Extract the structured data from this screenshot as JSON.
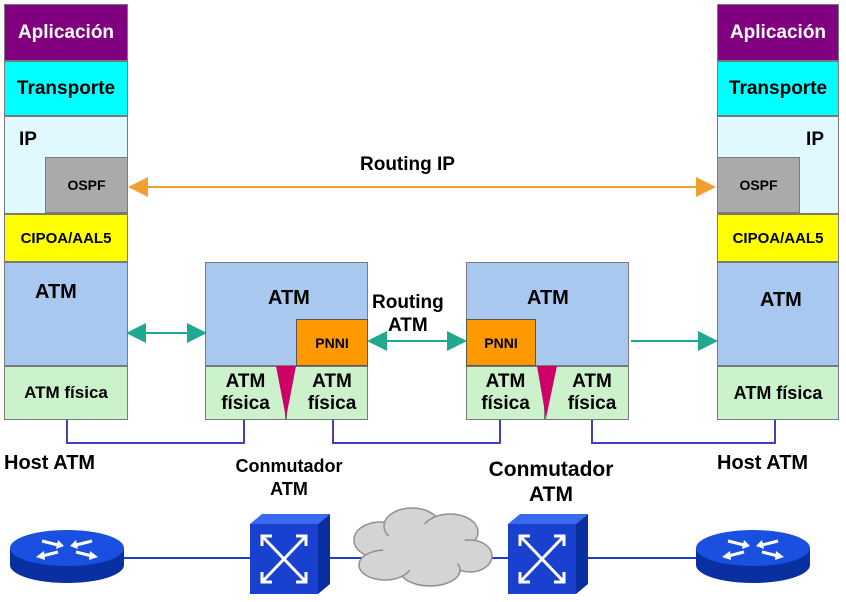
{
  "host_left": {
    "app": "Aplicación",
    "transport": "Transporte",
    "ip": "IP",
    "ospf": "OSPF",
    "cipoa": "CIPOA/AAL5",
    "atm": "ATM",
    "physical": "ATM física",
    "caption": "Host ATM"
  },
  "host_right": {
    "app": "Aplicación",
    "transport": "Transporte",
    "ip": "IP",
    "ospf": "OSPF",
    "cipoa": "CIPOA/AAL5",
    "atm": "ATM",
    "physical": "ATM física",
    "caption": "Host ATM"
  },
  "switch_left": {
    "atm": "ATM",
    "pnni": "PNNI",
    "phys_a": [
      "ATM",
      "física"
    ],
    "phys_b": [
      "ATM",
      "física"
    ],
    "caption": [
      "Conmutador",
      "ATM"
    ]
  },
  "switch_right": {
    "atm": "ATM",
    "pnni": "PNNI",
    "phys_a": [
      "ATM",
      "física"
    ],
    "phys_b": [
      "ATM",
      "física"
    ],
    "caption": [
      "Conmutador",
      "ATM"
    ]
  },
  "labels": {
    "routing_ip": "Routing IP",
    "routing_atm": [
      "Routing",
      "ATM"
    ]
  },
  "colors": {
    "application": "#800080",
    "transport": "#00ffff",
    "ip": "#e0f8ff",
    "ospf": "#aaaaaa",
    "cipoa": "#ffff00",
    "atm": "#a8c8f0",
    "physical": "#ccf2cc",
    "pnni": "#ff9900",
    "routing_ip_arrow": "#f0a030",
    "routing_atm_arrow": "#20a890",
    "link": "#4040c0",
    "device": "#1a3fcc"
  },
  "icons": [
    "router-icon",
    "atm-switch-icon",
    "cloud-icon",
    "atm-switch-icon",
    "router-icon"
  ]
}
